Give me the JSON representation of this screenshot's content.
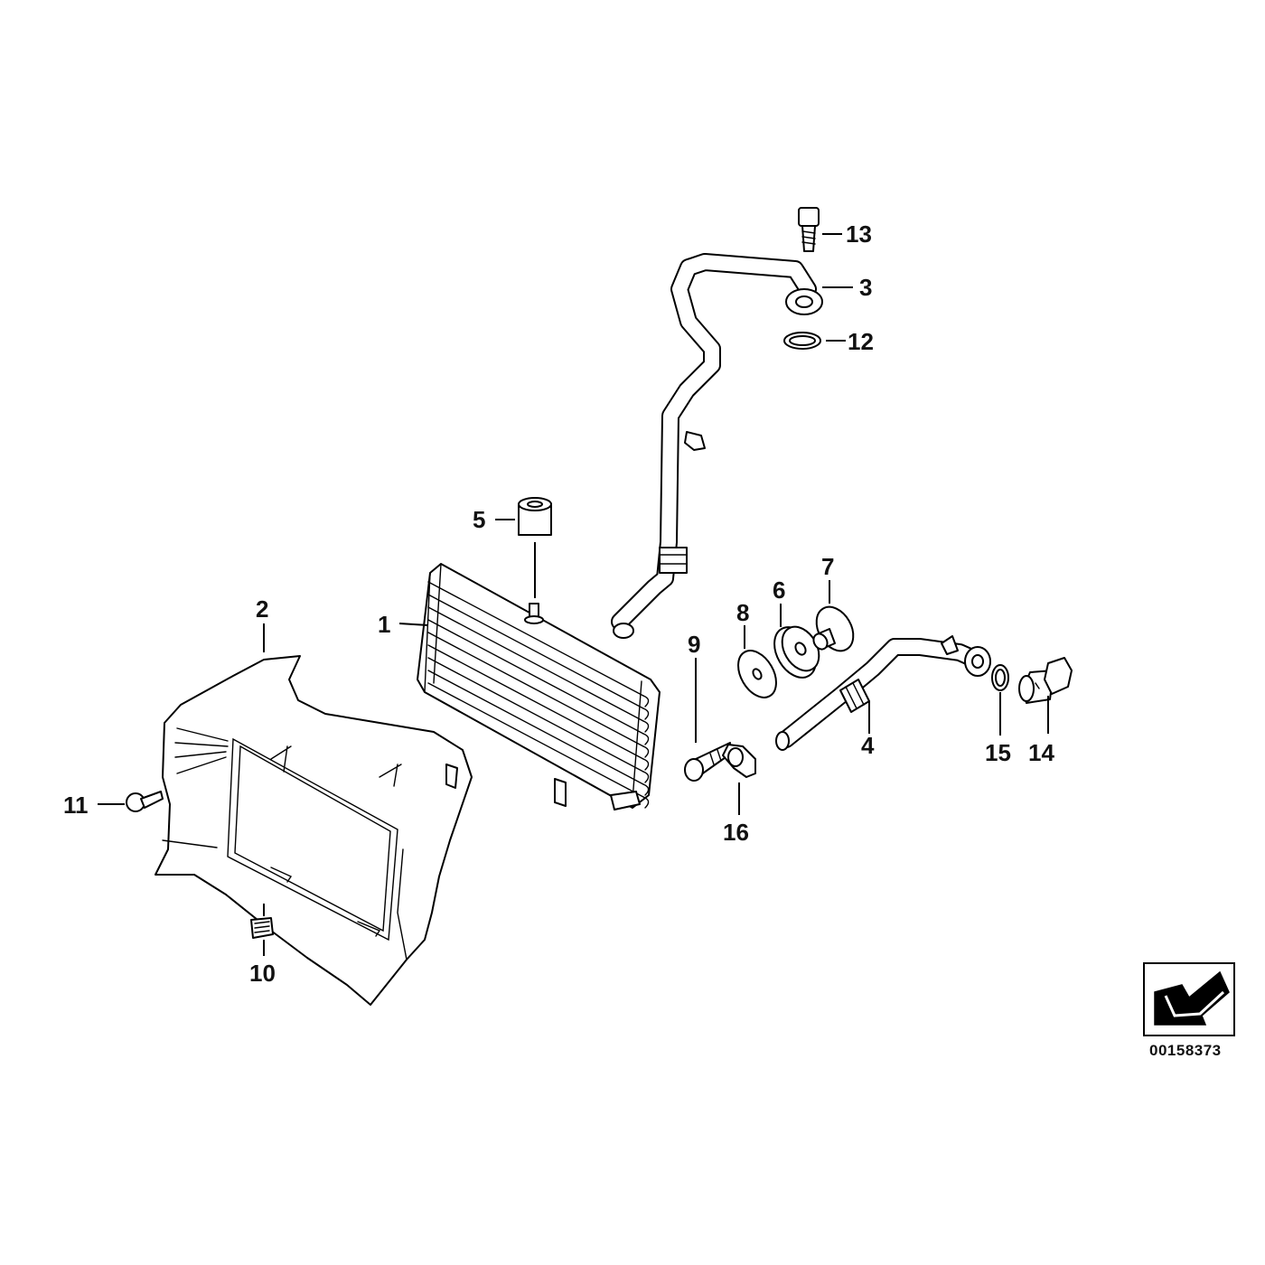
{
  "diagram": {
    "callouts": [
      {
        "id": "1",
        "text": "1"
      },
      {
        "id": "2",
        "text": "2"
      },
      {
        "id": "3",
        "text": "3"
      },
      {
        "id": "4",
        "text": "4"
      },
      {
        "id": "5",
        "text": "5"
      },
      {
        "id": "6",
        "text": "6"
      },
      {
        "id": "7",
        "text": "7"
      },
      {
        "id": "8",
        "text": "8"
      },
      {
        "id": "9",
        "text": "9"
      },
      {
        "id": "10",
        "text": "10"
      },
      {
        "id": "11",
        "text": "11"
      },
      {
        "id": "12",
        "text": "12"
      },
      {
        "id": "13",
        "text": "13"
      },
      {
        "id": "14",
        "text": "14"
      },
      {
        "id": "15",
        "text": "15"
      },
      {
        "id": "16",
        "text": "16"
      }
    ],
    "reference_number": "00158373",
    "colors": {
      "ink": "#000000",
      "paper": "#ffffff",
      "arrow_fill": "#000000"
    }
  }
}
